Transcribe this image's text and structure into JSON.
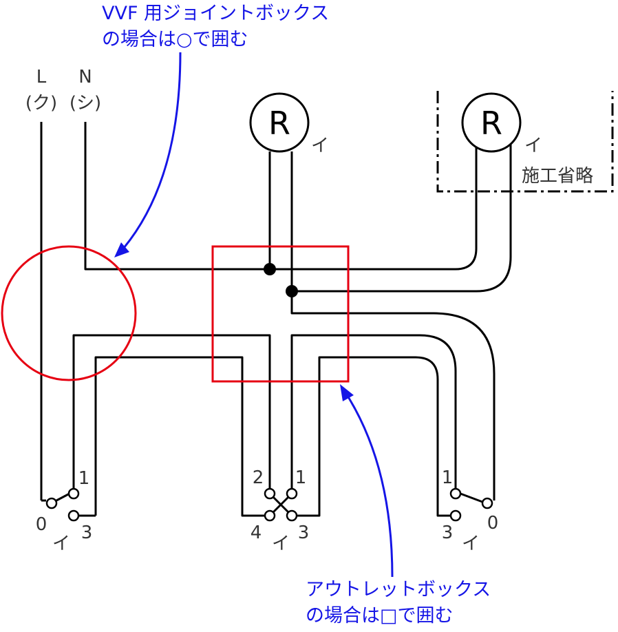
{
  "source_labels": {
    "L": "L",
    "L_sub": "(ク)",
    "N": "N",
    "N_sub": "(シ)"
  },
  "lamps": [
    {
      "symbol": "R",
      "tag": "イ"
    },
    {
      "symbol": "R",
      "tag": "イ",
      "note": "施工省略"
    }
  ],
  "switches": {
    "left": {
      "t1": "1",
      "t0": "0",
      "t3": "3",
      "tag": "イ"
    },
    "middle": {
      "t2": "2",
      "t1": "1",
      "t4": "4",
      "t3": "3",
      "tag": "イ"
    },
    "right": {
      "t1": "1",
      "t0": "0",
      "t3": "3",
      "tag": "イ"
    }
  },
  "annotations": {
    "vvf_line1": "VVF 用ジョイントボックス",
    "vvf_line2": "の場合は○で囲む",
    "outlet_line1": "アウトレットボックス",
    "outlet_line2": "の場合は□で囲む"
  },
  "colors": {
    "wire": "#000000",
    "marker": "#e60012",
    "note": "#1515e6"
  }
}
